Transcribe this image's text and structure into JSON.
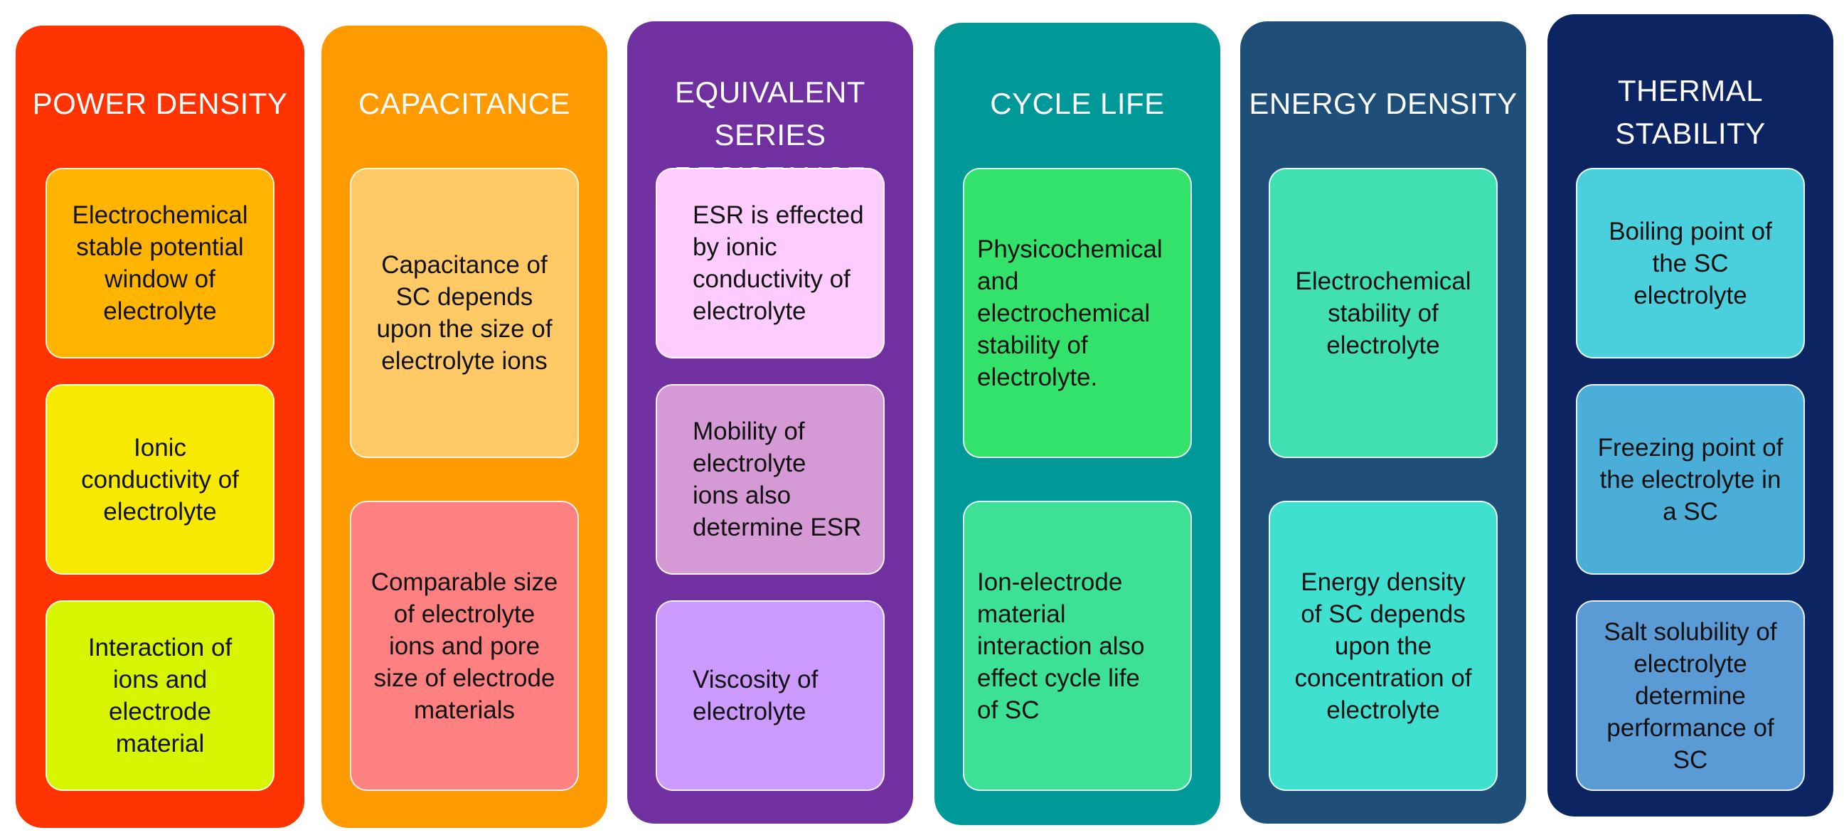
{
  "columns": [
    {
      "title": "POWER DENSITY",
      "color": "#ff3300",
      "cards": [
        {
          "text": "Electrochemical\nstable potential\nwindow of\nelectrolyte",
          "color": "#ffb400"
        },
        {
          "text": "Ionic\nconductivity of\nelectrolyte",
          "color": "#f7ea00"
        },
        {
          "text": "Interaction of\nions and\nelectrode\nmaterial",
          "color": "#d7f500"
        }
      ]
    },
    {
      "title": "CAPACITANCE",
      "color": "#ff9a00",
      "cards": [
        {
          "text": "Capacitance of\nSC depends\nupon the size of\nelectrolyte ions",
          "color": "#ffca66"
        },
        {
          "text": "Comparable size\nof electrolyte\nions and pore\nsize of electrode\nmaterials",
          "color": "#ff8080"
        }
      ]
    },
    {
      "title": "EQUIVALENT\nSERIES RESISTANCE",
      "color": "#7030a0",
      "cards": [
        {
          "text": "ESR is effected\nby ionic\nconductivity of\nelectrolyte",
          "color": "#ffccff"
        },
        {
          "text": "Mobility of\nelectrolyte\nions also\ndetermine ESR",
          "color": "#d59ad5"
        },
        {
          "text": "Viscosity of\nelectrolyte",
          "color": "#cc99ff"
        }
      ]
    },
    {
      "title": "CYCLE LIFE",
      "color": "#009999",
      "cards": [
        {
          "text": "Physicochemical\nand\nelectrochemical\nstability of\nelectrolyte.",
          "color": "#33e26a"
        },
        {
          "text": "Ion-electrode\nmaterial\ninteraction also\neffect cycle life\nof SC",
          "color": "#3de196"
        }
      ]
    },
    {
      "title": "ENERGY DENSITY",
      "color": "#1f4e79",
      "cards": [
        {
          "text": "Electrochemical\nstability of\nelectrolyte",
          "color": "#40e0b0"
        },
        {
          "text": "Energy density\nof SC depends\nupon the\nconcentration of\nelectrolyte",
          "color": "#40e0d0"
        }
      ]
    },
    {
      "title": "THERMAL\nSTABILITY",
      "color": "#0c2461",
      "cards": [
        {
          "text": "Boiling point of\nthe SC\nelectrolyte",
          "color": "#4acfdc"
        },
        {
          "text": "Freezing point of\nthe electrolyte in\na SC",
          "color": "#4aaed8"
        },
        {
          "text": "Salt solubility of\nelectrolyte\ndetermine\nperformance of\nSC",
          "color": "#5b9bd5"
        }
      ]
    }
  ]
}
